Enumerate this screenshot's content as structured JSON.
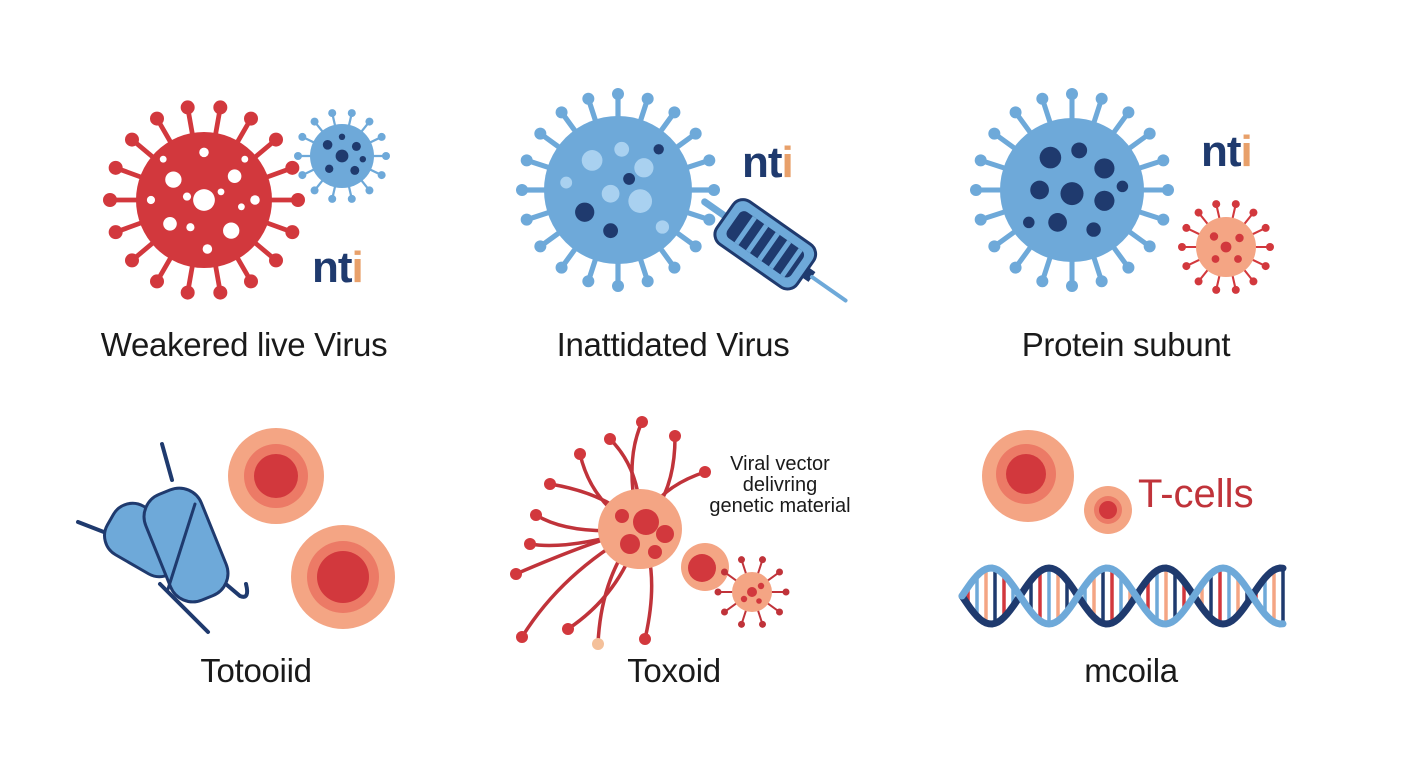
{
  "panels": [
    {
      "caption": "Weakered live Virus",
      "logo": {
        "prefix": "nt",
        "suffix": "i"
      }
    },
    {
      "caption": "Inattidated Virus",
      "logo": {
        "prefix": "nt",
        "suffix": "i"
      }
    },
    {
      "caption": "Protein subunt",
      "logo": {
        "prefix": "nt",
        "suffix": "i"
      }
    },
    {
      "caption": "Totooiid"
    },
    {
      "caption": "Toxoid",
      "note": [
        "Viral vector",
        "delivring",
        "genetic material"
      ]
    },
    {
      "caption": "mcoila",
      "label": "T-cells"
    }
  ],
  "colors": {
    "virus_red": "#d2383d",
    "virus_blue": "#6ea9d9",
    "dark_blue": "#1f3a6e",
    "salmon": "#f4a584",
    "logo_orange": "#e8a06a",
    "caption_text": "#1a1a1a"
  }
}
